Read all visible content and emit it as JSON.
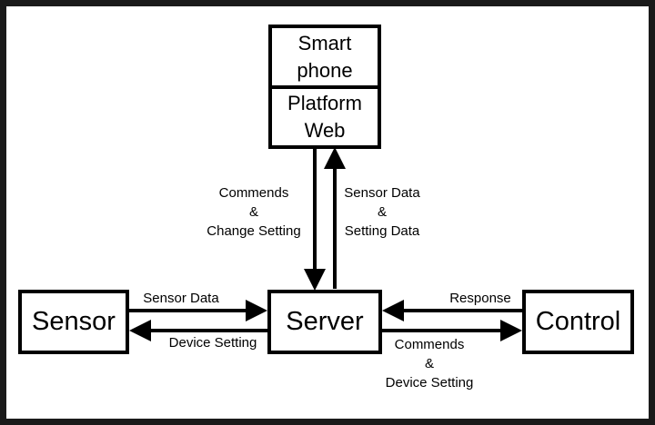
{
  "nodes": {
    "smartphone": {
      "line1": "Smart",
      "line2": "phone"
    },
    "platform": {
      "line1": "Platform",
      "line2": "Web"
    },
    "sensor": "Sensor",
    "server": "Server",
    "control": "Control"
  },
  "edges": {
    "server_to_platform": {
      "line1": "Sensor Data",
      "line2": "&",
      "line3": "Setting Data"
    },
    "platform_to_server": {
      "line1": "Commends",
      "line2": "&",
      "line3": "Change Setting"
    },
    "sensor_to_server": "Sensor Data",
    "server_to_sensor": "Device Setting",
    "control_to_server": "Response",
    "server_to_control": {
      "line1": "Commends",
      "line2": "&",
      "line3": "Device Setting"
    }
  }
}
